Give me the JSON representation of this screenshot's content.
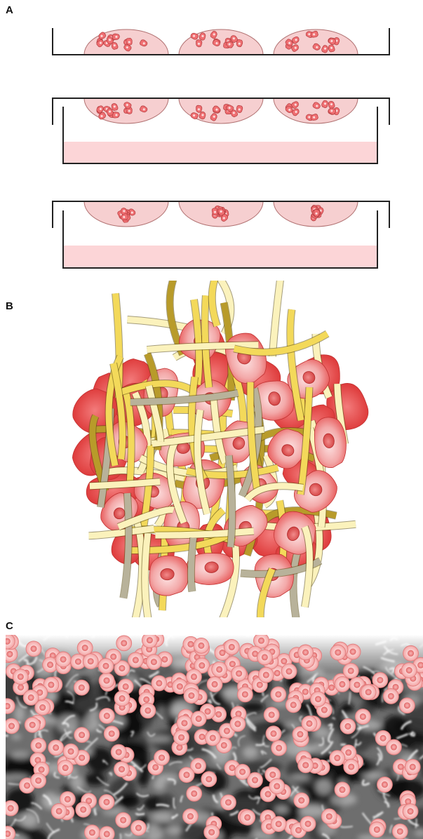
{
  "panels": {
    "a": {
      "label": "A"
    },
    "b": {
      "label": "B"
    },
    "c": {
      "label": "C"
    }
  },
  "colors": {
    "outline": "#222222",
    "droplet_fill": "#f6cfd0",
    "droplet_stroke": "#b07070",
    "medium_fill": "#fcd5d7",
    "cell_light": "#f7c3c4",
    "cell_dark": "#e33b3b",
    "nucleus": "#d84a4c",
    "fiber_yellow": "#f3d95a",
    "fiber_pale": "#fbf2bc",
    "fiber_olive": "#b89b2a",
    "fiber_grey": "#b8b29a",
    "matrix_dark": "#101010",
    "matrix_light": "#f2f2f2"
  },
  "panel_a": {
    "rows": [
      {
        "stage": "hanging-drop-dispersed-cells-on-lid",
        "droplets": 3,
        "reservoir": false,
        "cells": "dispersed"
      },
      {
        "stage": "lid-inverted-over-reservoir",
        "droplets": 3,
        "reservoir": true,
        "cells": "dispersed"
      },
      {
        "stage": "spheroid-formed-in-drop",
        "droplets": 3,
        "reservoir": true,
        "cells": "aggregated"
      }
    ]
  },
  "panel_b": {
    "content": "spheroid-of-cells-embedded-in-fiber-network"
  },
  "panel_c": {
    "content": "cells-seeded-on-porous-scaffold-surface"
  }
}
